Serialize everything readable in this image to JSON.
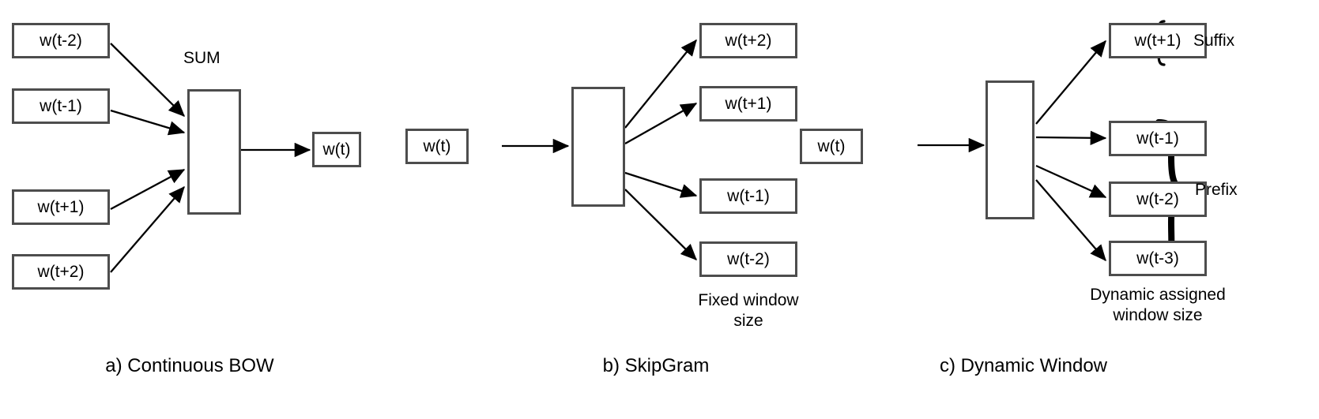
{
  "figure": {
    "background": "#ffffff",
    "box_border_color": "#4d4d4d",
    "arrow_color": "#000000",
    "brace_color": "#000000"
  },
  "panel_a": {
    "caption": "a) Continuous BOW",
    "hidden_layer_label": "SUM",
    "inputs": [
      {
        "label": "w(t-2)"
      },
      {
        "label": "w(t-1)"
      },
      {
        "label": "w(t+1)"
      },
      {
        "label": "w(t+2)"
      }
    ],
    "output": {
      "label": "w(t)"
    }
  },
  "panel_b": {
    "caption": "b) SkipGram",
    "note_line1": "Fixed window",
    "note_line2": "size",
    "input": {
      "label": "w(t)"
    },
    "outputs": [
      {
        "label": "w(t+2)"
      },
      {
        "label": "w(t+1)"
      },
      {
        "label": "w(t-1)"
      },
      {
        "label": "w(t-2)"
      }
    ]
  },
  "panel_c": {
    "caption": "c) Dynamic Window",
    "note_line1": "Dynamic assigned",
    "note_line2": "window size",
    "input": {
      "label": "w(t)"
    },
    "outputs": [
      {
        "label": "w(t+1)"
      },
      {
        "label": "w(t-1)"
      },
      {
        "label": "w(t-2)"
      },
      {
        "label": "w(t-3)"
      }
    ],
    "brace_suffix_label": "Suffix",
    "brace_prefix_label": "Prefix"
  }
}
